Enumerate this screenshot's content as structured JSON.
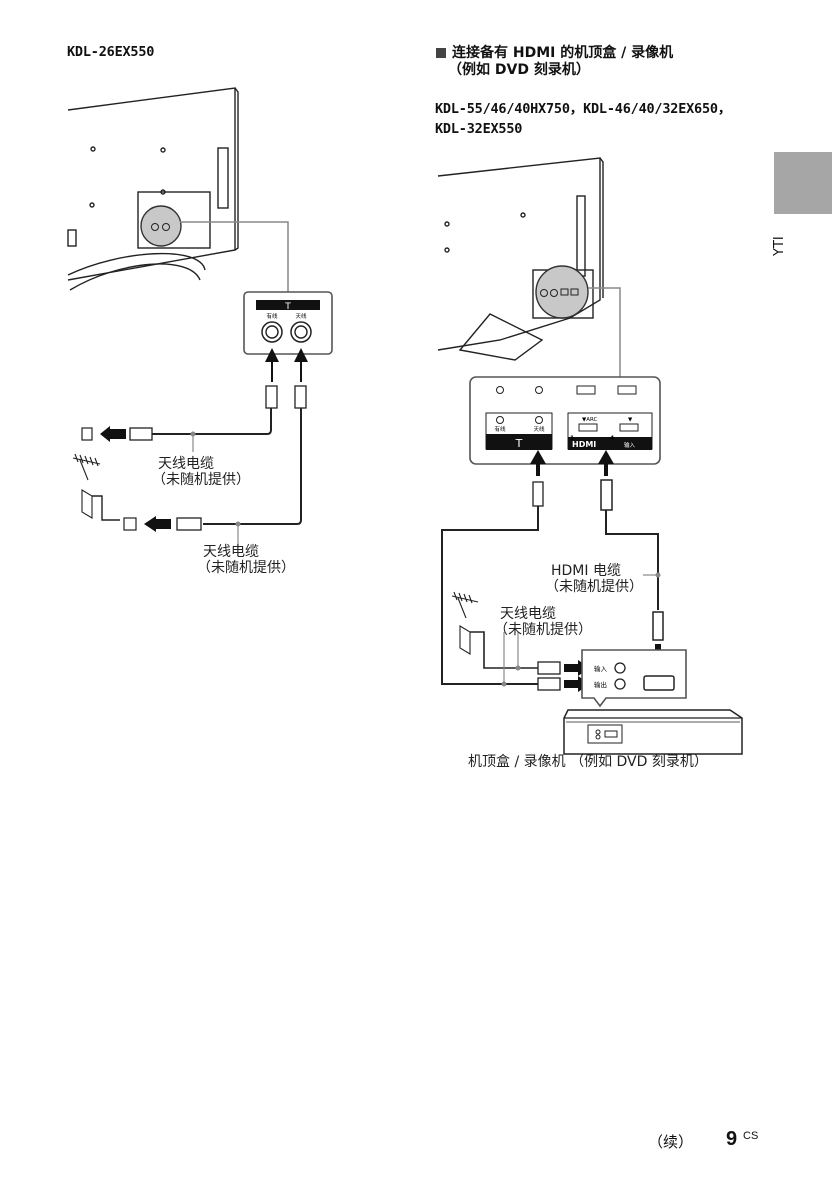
{
  "left": {
    "model": "KDL-26EX550",
    "jack_labels": [
      "有线",
      "天线"
    ],
    "cable1": [
      "天线电缆",
      "（未随机提供）"
    ],
    "cable2": [
      "天线电缆",
      "（未随机提供）"
    ]
  },
  "right": {
    "heading_line1": "连接备有 HDMI 的机顶盒 / 录像机",
    "heading_line2": "（例如 DVD 刻录机）",
    "models_line1": "KDL-55/46/40HX750，KDL-46/40/32EX650，",
    "models_line2": "KDL-32EX550",
    "panel": {
      "arc_label": "▼ARC",
      "arrow_label": "▼",
      "port1": "1",
      "port4": "4",
      "hdmi_logo": "HDMI",
      "hdmi_in": "输入",
      "jack_labels": [
        "有线",
        "天线"
      ]
    },
    "hdmi_cable": [
      "HDMI 电缆",
      "（未随机提供）"
    ],
    "antenna_cable": [
      "天线电缆",
      "（未随机提供）"
    ],
    "device_in": "输入",
    "device_out": "输出",
    "device_caption": "机顶盒 / 录像机 （例如 DVD 刻录机）"
  },
  "side_tab": "YTI",
  "footer": {
    "continued": "（续）",
    "page": "9",
    "suffix": "CS"
  }
}
